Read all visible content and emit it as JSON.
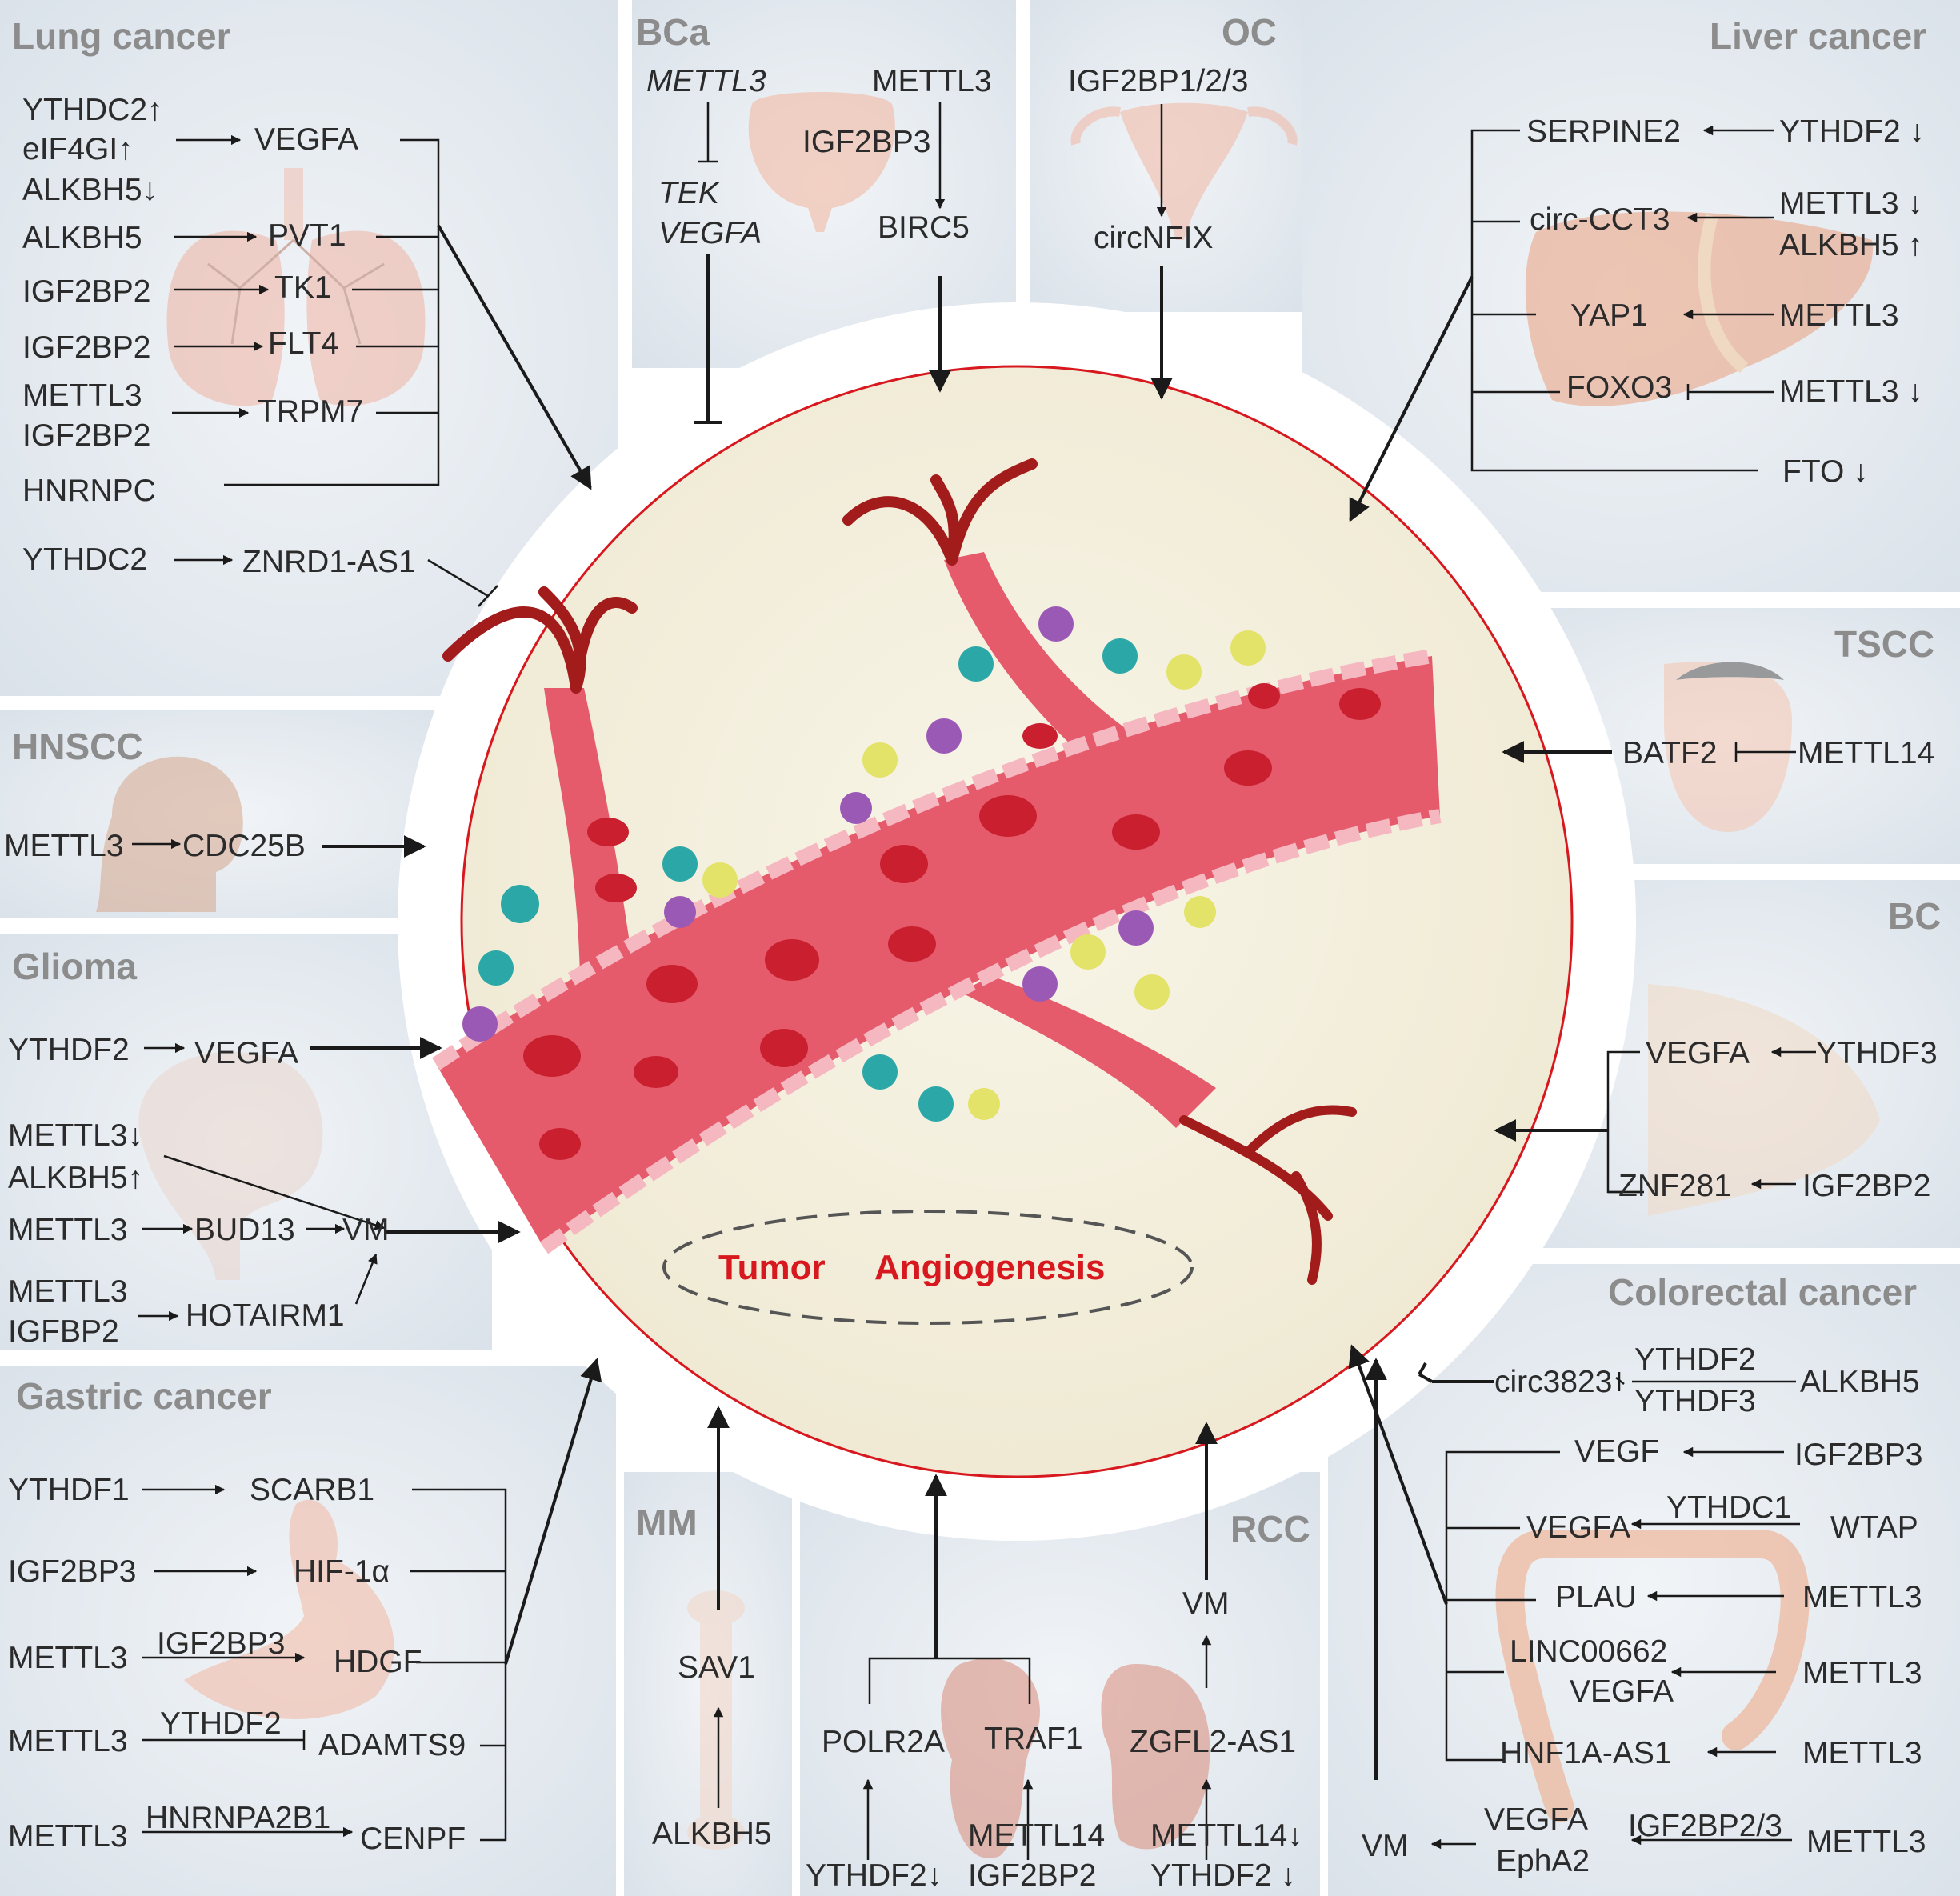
{
  "colors": {
    "panel": "#e3e9ef",
    "circle_fill": "#f4f0df",
    "circle_border": "#d7191f",
    "vessel": "#e4596c",
    "rbc": "#c91f2e",
    "capillary": "#a31c1c",
    "label_red": "#d7191f",
    "title_gray": "#8c8c8c"
  },
  "center": {
    "label_tumor": "Tumor",
    "label_angio": "Angiogenesis"
  },
  "lung": {
    "title": "Lung cancer",
    "ythdc2_up": "YTHDC2↑",
    "eif4gi_up": "eIF4GI↑",
    "alkbh5_down": "ALKBH5↓",
    "vegfa": "VEGFA",
    "alkbh5": "ALKBH5",
    "pvt1": "PVT1",
    "igf2bp2_a": "IGF2BP2",
    "tk1": "TK1",
    "igf2bp2_b": "IGF2BP2",
    "flt4": "FLT4",
    "mettl3": "METTL3",
    "igf2bp2_c": "IGF2BP2",
    "trpm7": "TRPM7",
    "hnrnpc": "HNRNPC",
    "ythdc2": "YTHDC2",
    "znrd1": "ZNRD1-AS1"
  },
  "bca": {
    "title": "BCa",
    "mettl3_it": "METTL3",
    "mettl3": "METTL3",
    "igf2bp3": "IGF2BP3",
    "tek": "TEK",
    "vegfa": "VEGFA",
    "birc5": "BIRC5"
  },
  "oc": {
    "title": "OC",
    "igf2bp": "IGF2BP1/2/3",
    "circnfix": "circNFIX"
  },
  "liver": {
    "title": "Liver cancer",
    "serpine2": "SERPINE2",
    "ythdf2": "YTHDF2 ↓",
    "circcct3": "circ-CCT3",
    "mettl3_down": "METTL3 ↓",
    "alkbh5_up": "ALKBH5 ↑",
    "yap1": "YAP1",
    "mettl3": "METTL3",
    "foxo3": "FOXO3",
    "mettl3_down2": "METTL3 ↓",
    "fto": "FTO ↓"
  },
  "tscc": {
    "title": "TSCC",
    "batf2": "BATF2",
    "mettl14": "METTL14"
  },
  "hnscc": {
    "title": "HNSCC",
    "mettl3": "METTL3",
    "cdc25b": "CDC25B"
  },
  "glioma": {
    "title": "Glioma",
    "ythdf2": "YTHDF2",
    "vegfa": "VEGFA",
    "mettl3_down": "METTL3↓",
    "alkbh5_up": "ALKBH5↑",
    "mettl3": "METTL3",
    "bud13": "BUD13",
    "vm": "VM",
    "mettl3_b": "METTL3",
    "igfbp2": "IGFBP2",
    "hotairm1": "HOTAIRM1"
  },
  "bc": {
    "title": "BC",
    "vegfa": "VEGFA",
    "ythdf3": "YTHDF3",
    "znf281": "ZNF281",
    "igf2bp2": "IGF2BP2"
  },
  "gastric": {
    "title": "Gastric cancer",
    "ythdf1": "YTHDF1",
    "scarb1": "SCARB1",
    "igf2bp3": "IGF2BP3",
    "hif": "HIF-1α",
    "mettl3_a": "METTL3",
    "igf2bp3_b": "IGF2BP3",
    "hdgf": "HDGF",
    "mettl3_b": "METTL3",
    "ythdf2": "YTHDF2",
    "adamts9": "ADAMTS9",
    "mettl3_c": "METTL3",
    "hnrnpa2b1": "HNRNPA2B1",
    "cenpf": "CENPF"
  },
  "mm": {
    "title": "MM",
    "sav1": "SAV1",
    "alkbh5": "ALKBH5"
  },
  "rcc": {
    "title": "RCC",
    "vm": "VM",
    "polr2a": "POLR2A",
    "traf1": "TRAF1",
    "zgfl2": "ZGFL2-AS1",
    "ythdf2": "YTHDF2↓",
    "mettl14": "METTL14",
    "igf2bp2": "IGF2BP2",
    "mettl14_down": "METTL14↓",
    "ythdf2_down": "YTHDF2 ↓"
  },
  "crc": {
    "title": "Colorectal cancer",
    "circ3823": "circ3823",
    "ythdf2": "YTHDF2",
    "ythdf3": "YTHDF3",
    "alkbh5": "ALKBH5",
    "vegf": "VEGF",
    "igf2bp3": "IGF2BP3",
    "vegfa": "VEGFA",
    "ythdc1": "YTHDC1",
    "wtap": "WTAP",
    "plau": "PLAU",
    "mettl3_a": "METTL3",
    "linc": "LINC00662",
    "vegfa_b": "VEGFA",
    "mettl3_b": "METTL3",
    "hnf1a": "HNF1A-AS1",
    "mettl3_c": "METTL3",
    "vm": "VM",
    "vegfa_c": "VEGFA",
    "epha2": "EphA2",
    "igf2bp23": "IGF2BP2/3",
    "mettl3_d": "METTL3"
  }
}
